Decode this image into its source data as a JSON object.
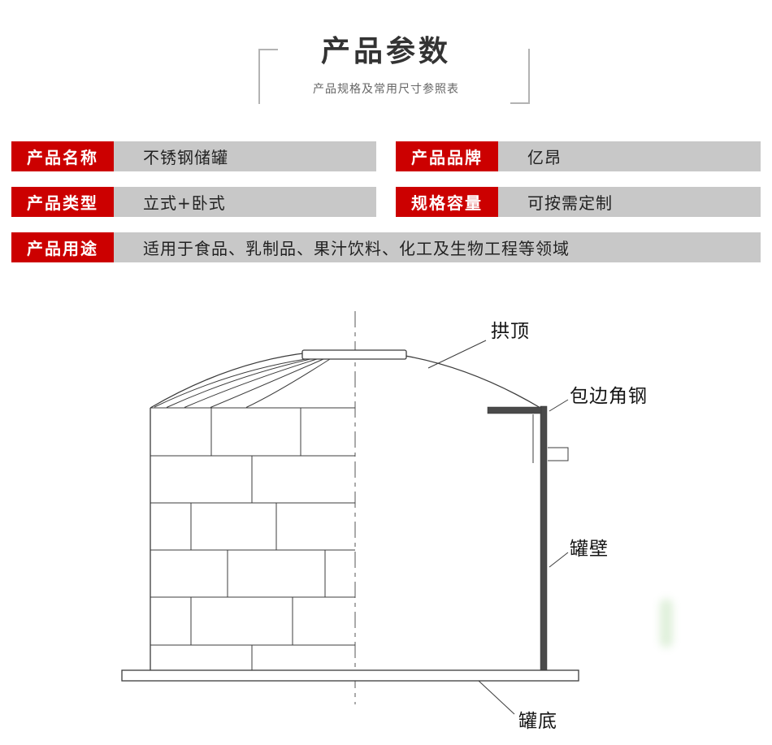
{
  "header": {
    "title": "产品参数",
    "subtitle": "产品规格及常用尺寸参照表"
  },
  "colors": {
    "accent_red": "#cc0000",
    "bar_gray": "#c8c8c8",
    "line_dark": "#3c3c3c"
  },
  "specs": {
    "rows": [
      {
        "label": "产品名称",
        "value": "不锈钢储罐"
      },
      {
        "label": "产品品牌",
        "value": "亿昂"
      },
      {
        "label": "产品类型",
        "value": "立式+卧式"
      },
      {
        "label": "规格容量",
        "value": "可按需定制"
      },
      {
        "label": "产品用途",
        "value": "适用于食品、乳制品、果汁饮料、化工及生物工程等领域"
      }
    ]
  },
  "diagram": {
    "labels": {
      "dome": "拱顶",
      "edge_angle": "包边角钢",
      "wall": "罐壁",
      "bottom": "罐底"
    }
  }
}
